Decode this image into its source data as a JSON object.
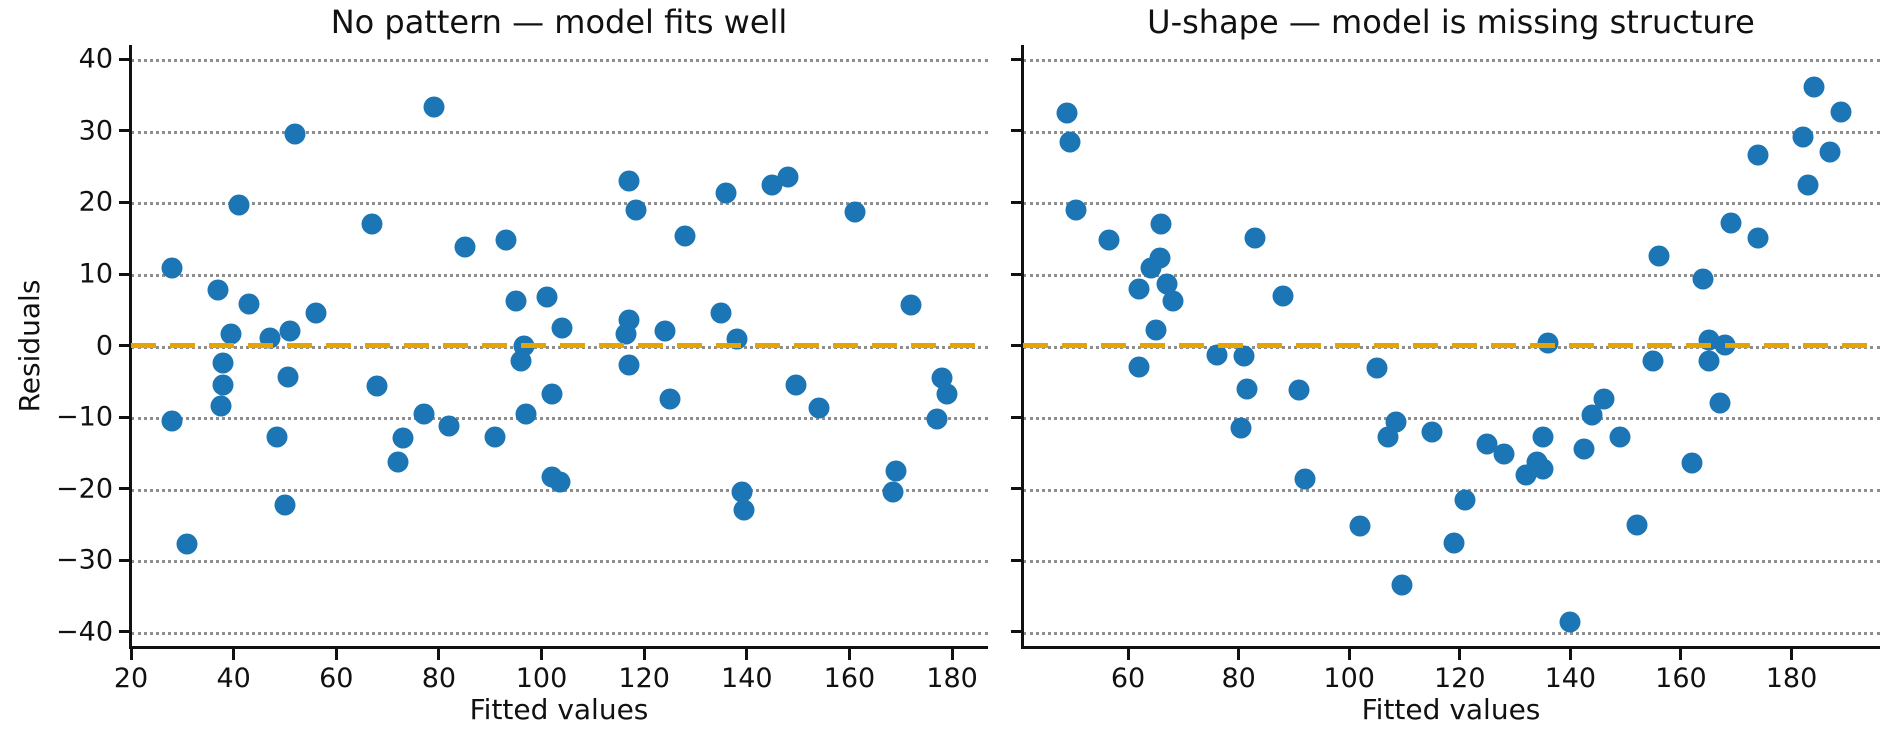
{
  "figure": {
    "background": "#ffffff"
  },
  "colors": {
    "dot": "#1c75b4",
    "zero_line": "#e6a400",
    "gridline": "#8e8e8e",
    "axis": "#111111",
    "text": "#111111"
  },
  "chart_data": [
    {
      "type": "scatter",
      "title": "No pattern — model fits well",
      "xlabel": "Fitted values",
      "ylabel": "Residuals",
      "xlim": [
        20,
        187
      ],
      "ylim": [
        -42.1,
        42
      ],
      "grid": "horizontal-dotted",
      "legend": "none",
      "zero_line_y": 0,
      "xticks": [
        20,
        40,
        60,
        80,
        100,
        120,
        140,
        160,
        180
      ],
      "xtick_labels": [
        "20",
        "40",
        "60",
        "80",
        "100",
        "120",
        "140",
        "160",
        "180"
      ],
      "yticks": [
        40,
        30,
        20,
        10,
        0,
        -10,
        -20,
        -30,
        -40
      ],
      "ytick_labels": [
        "40",
        "30",
        "20",
        "10",
        "0",
        "−10",
        "−20",
        "−30",
        "−40"
      ],
      "points": [
        [
          79,
          33.4
        ],
        [
          52,
          29.5
        ],
        [
          41,
          19.6
        ],
        [
          67,
          17
        ],
        [
          85,
          13.8
        ],
        [
          93,
          14.7
        ],
        [
          28,
          10.8
        ],
        [
          37,
          7.8
        ],
        [
          43,
          5.8
        ],
        [
          56,
          4.6
        ],
        [
          39.5,
          1.6
        ],
        [
          47,
          1.1
        ],
        [
          51,
          2.1
        ],
        [
          95,
          6.2
        ],
        [
          101,
          6.8
        ],
        [
          96.5,
          0
        ],
        [
          104,
          2.4
        ],
        [
          117,
          3.6
        ],
        [
          116.5,
          1.6
        ],
        [
          124,
          2.1
        ],
        [
          135,
          4.6
        ],
        [
          138,
          0.9
        ],
        [
          117,
          23
        ],
        [
          118.5,
          19
        ],
        [
          128,
          15.3
        ],
        [
          136,
          21.3
        ],
        [
          145,
          22.5
        ],
        [
          148,
          23.6
        ],
        [
          161,
          18.7
        ],
        [
          172,
          5.7
        ],
        [
          28,
          -10.5
        ],
        [
          31,
          -27.7
        ],
        [
          38,
          -2.4
        ],
        [
          38,
          -5.5
        ],
        [
          37.5,
          -8.5
        ],
        [
          50.5,
          -4.4
        ],
        [
          48.5,
          -12.8
        ],
        [
          50,
          -22.2
        ],
        [
          68,
          -5.6
        ],
        [
          73,
          -12.9
        ],
        [
          72,
          -16.2
        ],
        [
          77,
          -9.5
        ],
        [
          82,
          -11.2
        ],
        [
          91,
          -12.8
        ],
        [
          96,
          -2.1
        ],
        [
          97,
          -9.5
        ],
        [
          102,
          -6.7
        ],
        [
          102,
          -18.3
        ],
        [
          103.5,
          -19
        ],
        [
          117,
          -2.7
        ],
        [
          125,
          -7.4
        ],
        [
          139,
          -20.5
        ],
        [
          139.5,
          -23
        ],
        [
          149.5,
          -5.5
        ],
        [
          154,
          -8.7
        ],
        [
          169,
          -17.5
        ],
        [
          168.5,
          -20.5
        ],
        [
          177,
          -10.3
        ],
        [
          178,
          -4.5
        ],
        [
          179,
          -6.8
        ]
      ]
    },
    {
      "type": "scatter",
      "title": "U-shape — model is missing structure",
      "xlabel": "Fitted values",
      "ylabel": "",
      "xlim": [
        41,
        196
      ],
      "ylim": [
        -42.1,
        42
      ],
      "grid": "horizontal-dotted",
      "legend": "none",
      "zero_line_y": 0,
      "xticks": [
        60,
        80,
        100,
        120,
        140,
        160,
        180
      ],
      "xtick_labels": [
        "60",
        "80",
        "100",
        "120",
        "140",
        "160",
        "180"
      ],
      "yticks": [
        40,
        30,
        20,
        10,
        0,
        -10,
        -20,
        -30,
        -40
      ],
      "ytick_labels": [],
      "points": [
        [
          49,
          32.5
        ],
        [
          49.5,
          28.4
        ],
        [
          50.5,
          19
        ],
        [
          56.5,
          14.7
        ],
        [
          66,
          17
        ],
        [
          65.8,
          12.3
        ],
        [
          64.2,
          10.9
        ],
        [
          62,
          7.9
        ],
        [
          67,
          8.6
        ],
        [
          68.2,
          6.3
        ],
        [
          65,
          2.2
        ],
        [
          88,
          7
        ],
        [
          83,
          15
        ],
        [
          76,
          -1.3
        ],
        [
          81,
          -1.4
        ],
        [
          62,
          -3
        ],
        [
          81.5,
          -6
        ],
        [
          91,
          -6.2
        ],
        [
          105,
          -3.1
        ],
        [
          80.5,
          -11.5
        ],
        [
          107,
          -12.7
        ],
        [
          108.5,
          -10.6
        ],
        [
          115,
          -12
        ],
        [
          92,
          -18.6
        ],
        [
          102,
          -25.2
        ],
        [
          109.5,
          -33.4
        ],
        [
          119,
          -27.6
        ],
        [
          121,
          -21.6
        ],
        [
          140,
          -38.6
        ],
        [
          152,
          -25
        ],
        [
          125,
          -13.8
        ],
        [
          128,
          -15.2
        ],
        [
          135,
          -12.7
        ],
        [
          134,
          -16.2
        ],
        [
          135,
          -17.3
        ],
        [
          132,
          -18.1
        ],
        [
          142.5,
          -14.4
        ],
        [
          149,
          -12.7
        ],
        [
          162,
          -16.4
        ],
        [
          136,
          0.3
        ],
        [
          155,
          -2.1
        ],
        [
          165,
          0.8
        ],
        [
          168,
          0.1
        ],
        [
          165,
          -2.2
        ],
        [
          146,
          -7.4
        ],
        [
          144,
          -9.7
        ],
        [
          167,
          -8
        ],
        [
          156,
          12.5
        ],
        [
          164,
          9.3
        ],
        [
          169,
          17.2
        ],
        [
          174,
          15
        ],
        [
          174,
          26.6
        ],
        [
          182,
          29.2
        ],
        [
          183,
          22.5
        ],
        [
          184,
          36.2
        ],
        [
          187,
          27
        ],
        [
          189,
          32.7
        ]
      ]
    }
  ]
}
